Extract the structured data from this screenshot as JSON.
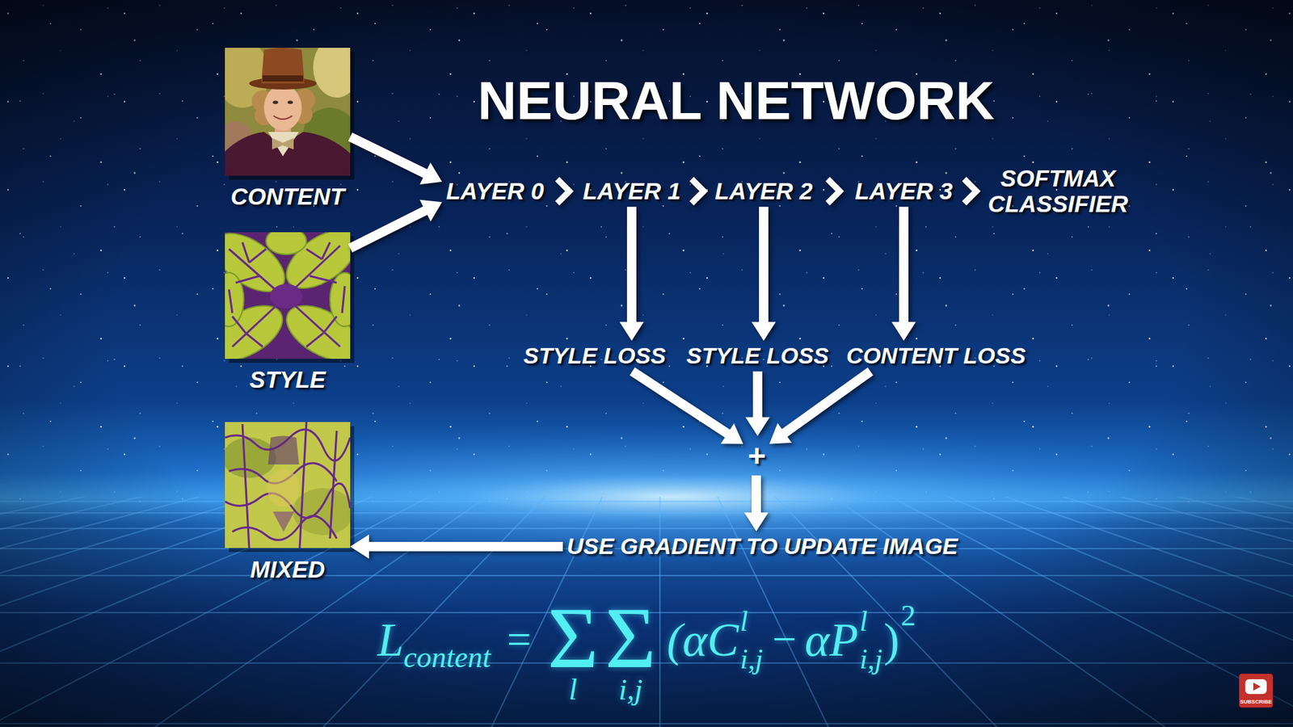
{
  "diagram": {
    "title": "NEURAL NETWORK",
    "nodes": [
      {
        "text": [
          "CONTENT"
        ]
      },
      {
        "text": [
          "STYLE"
        ]
      },
      {
        "text": [
          "MIXED"
        ]
      },
      {
        "text": [
          "LAYER 0"
        ]
      },
      {
        "text": [
          "LAYER 1"
        ]
      },
      {
        "text": [
          "LAYER 2"
        ]
      },
      {
        "text": [
          "LAYER 3"
        ]
      },
      {
        "text": [
          "SOFTMAX CLASSIFIER"
        ]
      },
      {
        "text": [
          "STYLE LOSS"
        ]
      },
      {
        "text": [
          "STYLE LOSS"
        ]
      },
      {
        "text": [
          "CONTENT LOSS"
        ]
      },
      {
        "text": [
          "+"
        ]
      },
      {
        "text": [
          "USE GRADIENT TO UPDATE IMAGE"
        ]
      }
    ],
    "edges": [
      {
        "from": 0,
        "to": 3,
        "arrow": "to"
      },
      {
        "from": 1,
        "to": 3,
        "arrow": "to"
      },
      {
        "from": 3,
        "to": 4,
        "arrow": "to"
      },
      {
        "from": 4,
        "to": 5,
        "arrow": "to"
      },
      {
        "from": 5,
        "to": 6,
        "arrow": "to"
      },
      {
        "from": 6,
        "to": 7,
        "arrow": "to"
      },
      {
        "from": 4,
        "to": 8,
        "arrow": "to"
      },
      {
        "from": 5,
        "to": 9,
        "arrow": "to"
      },
      {
        "from": 6,
        "to": 10,
        "arrow": "to"
      },
      {
        "from": 8,
        "to": 11,
        "arrow": "to"
      },
      {
        "from": 9,
        "to": 11,
        "arrow": "to"
      },
      {
        "from": 10,
        "to": 11,
        "arrow": "to"
      },
      {
        "from": 11,
        "to": 12,
        "arrow": "to"
      },
      {
        "from": 12,
        "to": 2,
        "arrow": "to"
      }
    ],
    "labels": [
      "L",
      "content",
      "=",
      "Σ",
      "l",
      "Σ",
      "i,j",
      "(αC",
      "l",
      "i,j",
      "−",
      "αP",
      "l",
      "i,j",
      ")",
      "2",
      "SUBSCRIBE"
    ]
  }
}
